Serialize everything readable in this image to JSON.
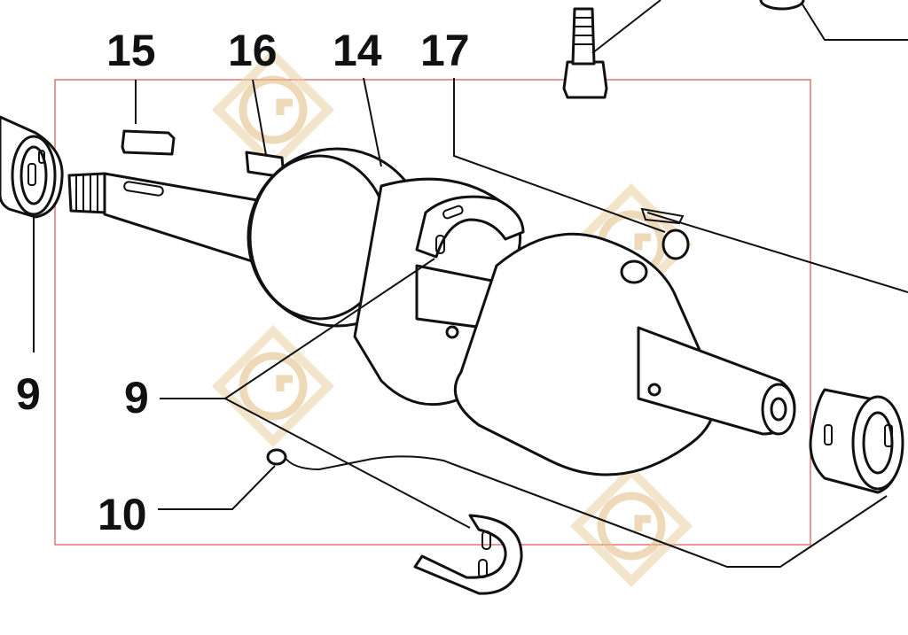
{
  "callouts": {
    "c15": "15",
    "c16": "16",
    "c14": "14",
    "c17": "17",
    "c9_left": "9",
    "c9_center": "9",
    "c10": "10"
  },
  "colors": {
    "frame": "#d9534f",
    "ink": "#111111",
    "watermark": "#e2c08a"
  },
  "icons": {
    "watermark": "g-logo-watermark"
  }
}
